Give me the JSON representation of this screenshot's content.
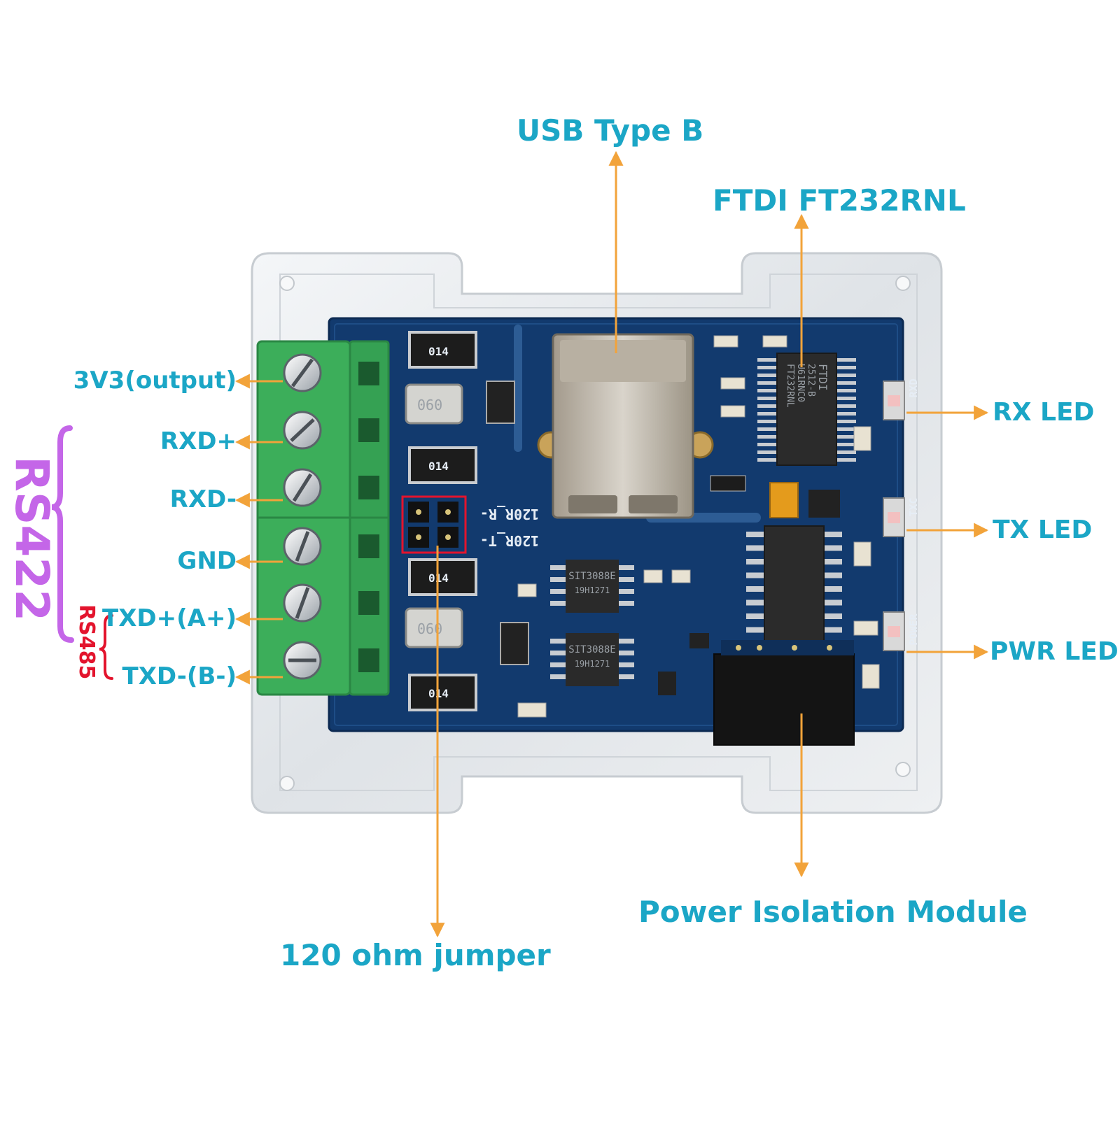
{
  "colors": {
    "label": "#1ba6c6",
    "arrow": "#f2a33a",
    "rs422": "#c466e8",
    "rs485": "#e3142d",
    "pcb": "#123a6e",
    "terminal": "#3cae5a",
    "case": "#e9ecef",
    "jumper_box": "#e3142d"
  },
  "labels": {
    "usb": "USB Type B",
    "ftdi": "FTDI FT232RNL",
    "rx_led": "RX LED",
    "tx_led": "TX LED",
    "pwr_led": "PWR LED",
    "jumper": "120 ohm jumper",
    "power_module": "Power Isolation Module"
  },
  "pins": [
    {
      "id": "3v3",
      "label": "3V3(output)"
    },
    {
      "id": "rxd-plus",
      "label": "RXD+"
    },
    {
      "id": "rxd-minus",
      "label": "RXD-"
    },
    {
      "id": "gnd",
      "label": "GND"
    },
    {
      "id": "txd-plus",
      "label": "TXD+(A+)"
    },
    {
      "id": "txd-minus",
      "label": "TXD-(B-)"
    }
  ],
  "groups": {
    "rs422": "RS422",
    "rs485": "RS485"
  },
  "pcb_markings": {
    "jumper_r": "120R_R-",
    "jumper_t": "120R_T-",
    "ftdi_chip": [
      "FTDI",
      "2512-B",
      "U61RNC0",
      "FT232RNL"
    ],
    "fuse": "014",
    "inductor": "060",
    "transceiver": [
      "SIT3088E",
      "19H1271"
    ],
    "rxd_silk": "RXD",
    "txc_silk": "TXC",
    "power_silk": "POWER"
  }
}
